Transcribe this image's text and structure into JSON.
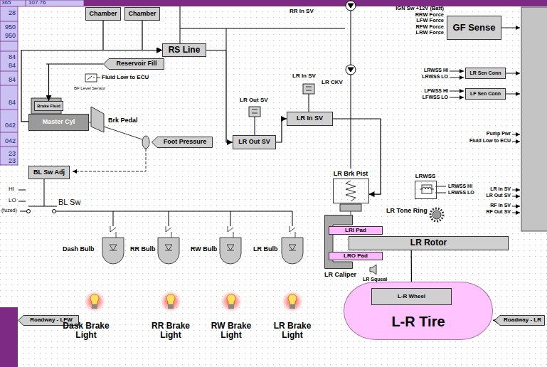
{
  "diagram": {
    "nodes": [
      {
        "text": [
          "Chamber"
        ]
      },
      {
        "text": [
          "Chamber"
        ]
      },
      {
        "text": [
          "RS Line"
        ]
      },
      {
        "text": [
          "Reservoir Fill"
        ]
      },
      {
        "text": [
          "GF Sense"
        ]
      },
      {
        "text": [
          "LR Sen Conn"
        ]
      },
      {
        "text": [
          "LF Sen Conn"
        ]
      },
      {
        "text": [
          "Brake Fluid"
        ]
      },
      {
        "text": [
          "LR In SV"
        ]
      },
      {
        "text": [
          "Master Cyl"
        ]
      },
      {
        "text": [
          "LR Out SV"
        ]
      },
      {
        "text": [
          "Foot Pressure"
        ]
      },
      {
        "text": [
          "BL Sw Adj"
        ]
      },
      {
        "text": [
          "LR Brk Pist"
        ]
      },
      {
        "text": [
          "LRWSS"
        ]
      },
      {
        "text": [
          "LR Caliper"
        ]
      },
      {
        "text": [
          "LRI Pad"
        ]
      },
      {
        "text": [
          "LR Rotor"
        ]
      },
      {
        "text": [
          "LRO Pad"
        ]
      },
      {
        "text": [
          "L-R Tire"
        ]
      },
      {
        "text": [
          "L-R Wheel"
        ],
        "in": 19
      },
      {
        "text": [
          "Roadway - LFW"
        ]
      },
      {
        "text": [
          "Roadway - LR"
        ]
      }
    ],
    "edges": [
      {
        "from": 0,
        "to": 2,
        "arrow": "to"
      },
      {
        "from": 1,
        "to": 2,
        "arrow": "to"
      },
      {
        "from": 9,
        "to": 2,
        "arrow": "to"
      },
      {
        "from": 3,
        "to": 7,
        "arrow": "to"
      },
      {
        "from": 2,
        "to": 10,
        "arrow": "to"
      },
      {
        "from": 10,
        "to": 8,
        "arrow": "to"
      },
      {
        "from": 8,
        "to": 13,
        "arrow": "to"
      },
      {
        "from": 17,
        "to": 20,
        "arrow": "to"
      },
      {
        "from": 22,
        "to": 19,
        "arrow": "to"
      }
    ],
    "labels": [
      "365",
      "107.76",
      "28",
      "950",
      "950",
      "84",
      "84",
      "84",
      "84",
      "042",
      "042",
      "23",
      "23",
      "RR In SV",
      "IGN Sw +12V (Batt)",
      "RRW Force",
      "LFW Force",
      "RFW Force",
      "LRW Force",
      "Fluid Low to ECU",
      "BF Level Sensor",
      "LRWSS HI",
      "LRWSS LO",
      "LFWSS HI",
      "LFWSS LO",
      "LR Out SV",
      "LR In SV",
      "LR CKV",
      "Brk Pedal",
      "Pump Pwr",
      "Fluid Low to ECU",
      "HI",
      "LO",
      "BL Sw",
      "(fuzed)",
      "LRWSS HI",
      "LRWSS LO",
      "LR In SV",
      "LR Out SV",
      "RF In SV",
      "RF Out SV",
      "LR Tone Ring",
      "Dash Bulb",
      "RR Bulb",
      "RW Bulb",
      "LR Bulb",
      "LR Squeal",
      "Dask Brake Light",
      "RR Brake Light",
      "RW Brake Light",
      "LR Brake Light"
    ]
  }
}
